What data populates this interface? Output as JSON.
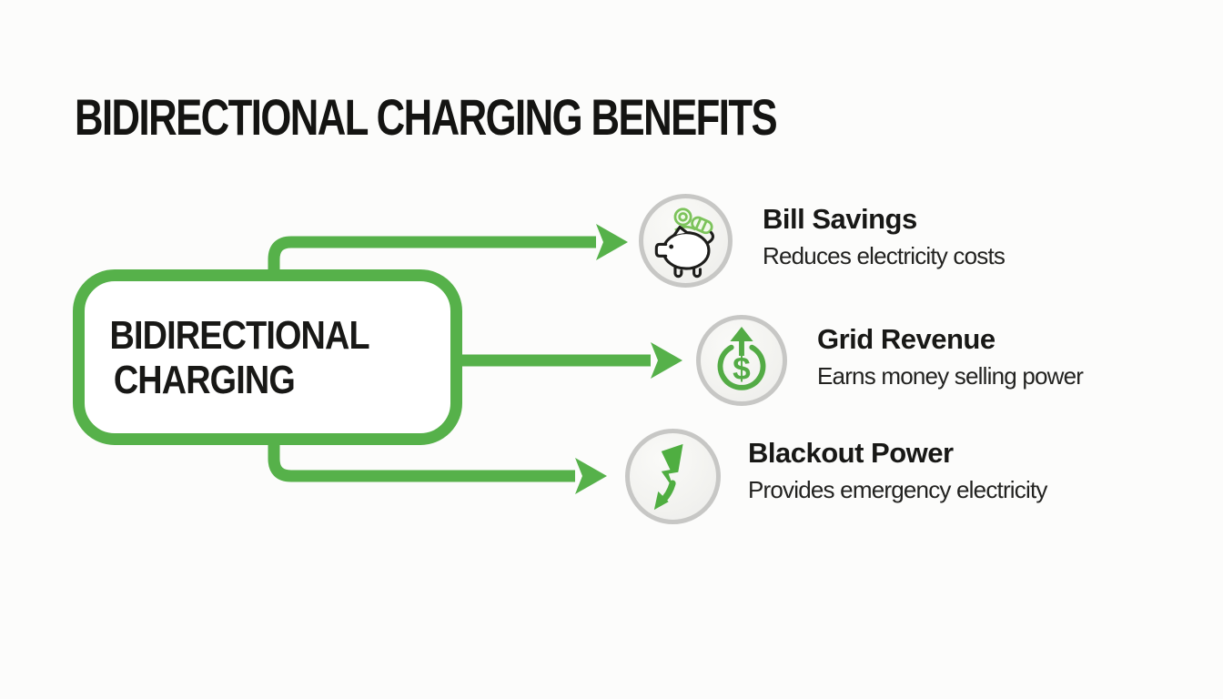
{
  "page": {
    "title": "BIDIRECTIONAL CHARGING BENEFITS",
    "background_color": "#fcfcfb"
  },
  "center_node": {
    "label_line1": "BIDIRECTIONAL",
    "label_line2": "CHARGING",
    "border_color": "#56b14a",
    "fill_color": "#ffffff"
  },
  "connectors": {
    "count": 3,
    "color": "#56b14a",
    "style": "rounded elbow arrows pointing right"
  },
  "benefits": [
    {
      "title": "Bill Savings",
      "subtitle": "Reduces electricity costs",
      "icon": "piggy-bank-icon",
      "icon_colors": {
        "outline": "#1d1d1b",
        "coins": "#7cc35b"
      }
    },
    {
      "title": "Grid Revenue",
      "subtitle": "Earns money selling power",
      "icon": "dollar-growth-icon",
      "icon_colors": {
        "symbol": "#53ab45"
      }
    },
    {
      "title": "Blackout Power",
      "subtitle": "Provides emergency electricity",
      "icon": "lightning-bolt-icon",
      "icon_colors": {
        "bolt": "#4fae41"
      }
    }
  ],
  "colors": {
    "accent_green": "#56b14a",
    "coin_green": "#7cc35b",
    "circle_ring": "#c7c7c5",
    "circle_fill": "#f3f3f0",
    "text_dark": "#181816"
  }
}
